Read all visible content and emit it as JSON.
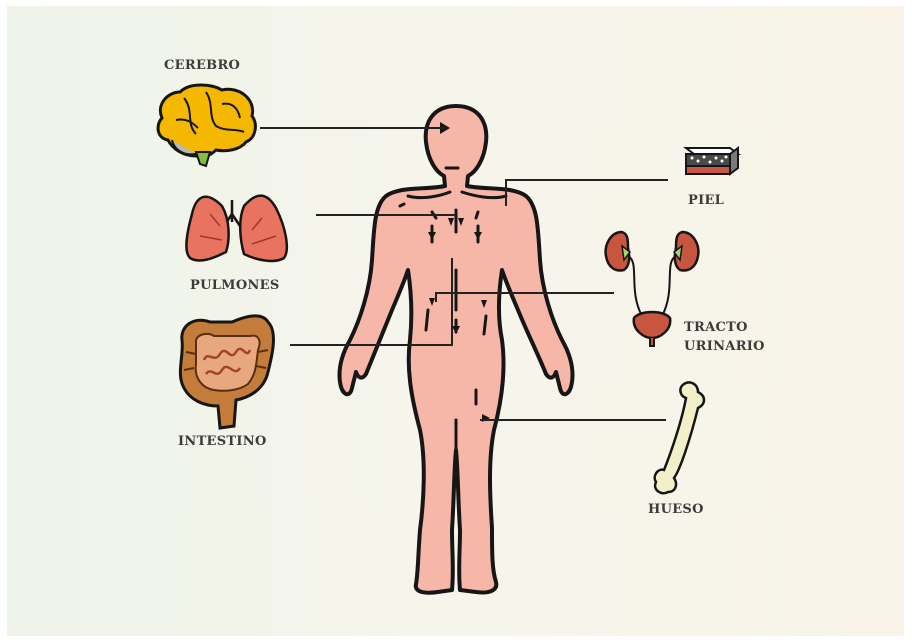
{
  "organs": {
    "brain": {
      "label": "CEREBRO"
    },
    "lungs": {
      "label": "PULMONES"
    },
    "intestine": {
      "label": "INTESTINO"
    },
    "skin": {
      "label": "PIEL"
    },
    "urinary": {
      "label_lines": [
        "TRACTO",
        "URINARIO"
      ]
    },
    "bone": {
      "label": "HUESO"
    }
  },
  "colors": {
    "body_fill": "#f6b6a8",
    "outline": "#161616",
    "brain": "#f5b800",
    "lungs": "#e8735e",
    "intestine": "#c47c3a",
    "kidneys": "#c8563e",
    "bone": "#f3efc8",
    "label": "#3b3b3b"
  }
}
